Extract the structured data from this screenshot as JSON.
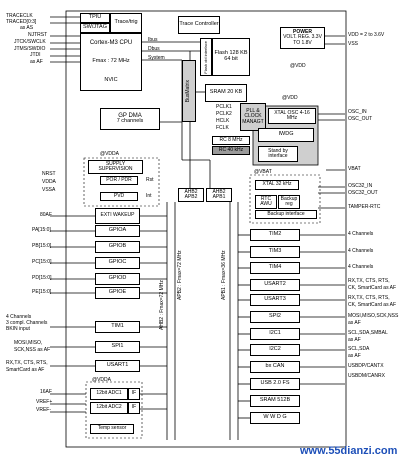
{
  "left_signals": {
    "traceclk": "TRACECLK",
    "tracedi": "TRACED[0:3]",
    "as_as": "as AS",
    "njtrst": "NJTRST",
    "jtck": "JTCK/SWCLK",
    "jtms": "JTMS/SWDIO",
    "jtdi": "JTDI",
    "as_af": "as AF",
    "nrst": "NRST",
    "vdda": "VDDA",
    "vssa": "VSSA",
    "af80": "80AF",
    "pa": "PA[15:0]",
    "pb": "PB[15:0]",
    "pc": "PC[15:0]",
    "pd": "PD[15:0]",
    "pe": "PE[15:0]",
    "ch4": "4 Channels",
    "compl": "3 compl. Channels",
    "bkin": "BKIN input",
    "mosi": "MOSI,MISO,",
    "sck": "SCK,NSS as AF",
    "rxtx": "RX,TX, CTS, RTS,",
    "smartcard": "SmartCard as AF",
    "af16": "16AF",
    "vref_p": "VREF+",
    "vref_m": "VREF-"
  },
  "right_signals": {
    "vdd_range": "VDD = 2 to 3.6V",
    "vss": "VSS",
    "osc_in": "OSC_IN",
    "osc_out": "OSC_OUT",
    "vbat": "VBAT",
    "osc32_in": "OSC32_IN",
    "osc32_out": "OSC32_OUT",
    "tamper": "TAMPER-RTC",
    "tim2": "4 Channels",
    "tim3": "4 Channels",
    "tim4": "4 Channels",
    "u2a": "RX,TX, CTS, RTS,",
    "u2b": "CK, SmartCard as AF",
    "u3a": "RX,TX, CTS, RTS,",
    "u3b": "CK, SmartCard as AF",
    "spi2": "MOSI,MISO,SCK,NSS",
    "spi2b": "as AF",
    "i2c1a": "SCL,SDA,SMBAL",
    "i2c1b": "as AF",
    "i2c2a": "SCL,SDA",
    "i2c2b": "as AF",
    "canrx": "USBDP/CANTX",
    "cantx": "USBDM/CANRX"
  },
  "blocks": {
    "tpiu": "TPIU",
    "swjtag": "SW/JTAG",
    "tracetrig": "Trace/trig",
    "cortex": "Cortex-M3 CPU",
    "fmax": "Fmax : 72 MHz",
    "nvic": "NVIC",
    "ibus": "Ibus",
    "dbus": "Dbus",
    "system": "System",
    "trace_ctrl": "Trace Controller",
    "flash_obl": "Flash obl interface",
    "flash": "Flash 128 KB",
    "bit64": "64 bit",
    "busmatrix": "BusMatrix",
    "sram": "SRAM 20 KB",
    "gpdma": "GP DMA",
    "gpdma_ch": "7 channels",
    "power_title": "POWER",
    "volt_reg": "VOLT. REG. 3.3V TO 1.8V",
    "vdd_dom": "@VDD",
    "pclk1": "PCLK1",
    "pclk2": "PCLK2",
    "hclk": "HCLK",
    "fclk": "FCLK",
    "pll": "PLL & CLOCK MANAGT",
    "xtal_osc": "XTAL OSC 4-16 MHz",
    "rc8": "RC 8 MHz",
    "rc40": "RC 40 kHz",
    "iwdg": "IWDG",
    "standby": "Stand by interface",
    "vdda_dom": "@VDDA",
    "supply_sup": "SUPPLY SUPERVISION",
    "por": "POR / PDR",
    "rst": "Rst",
    "pvd": "PVD",
    "int": "Int",
    "vbat_dom": "@VBAT",
    "xtal32": "XTAL 32 kHz",
    "rtc": "RTC AWU",
    "backup_reg": "Backup reg",
    "backup_if": "Backup interface",
    "ahb2apb2": "AHB2 APB2",
    "ahb2apb1": "AHB2 APB1",
    "exti": "EXTI WAKEUP",
    "gpioa": "GPIOA",
    "gpiob": "GPIOB",
    "gpioc": "GPIOC",
    "gpiod": "GPIOD",
    "gpioe": "GPIOE",
    "tim1": "TIM1",
    "spi1": "SPI1",
    "usart1": "USART1",
    "adc1": "12bit ADC1",
    "adc2": "12bit ADC2",
    "adc_if1": "IF",
    "adc_if2": "IF",
    "temp": "Temp sensor",
    "vdda_dom2": "@VDDA",
    "tim2": "TIM2",
    "tim3": "TIM3",
    "tim4": "TIM4",
    "usart2": "USART2",
    "usart3": "USART3",
    "spi2": "SPI2",
    "i2c1": "I2C1",
    "i2c2": "I2C2",
    "bxcan": "bx CAN",
    "usb": "USB 2.0 FS",
    "sram512": "SRAM 512B",
    "wwdg": "W W D G",
    "apb2_label": "APB2 : Fmax=72 MHz",
    "apb1_label": "APB1 : Fmax=36 MHz",
    "apb2_left": "AHB2 : Fmax=72 MHz",
    "vdd_dom3": "@VDD"
  },
  "watermark": "www.55dianzi.com"
}
